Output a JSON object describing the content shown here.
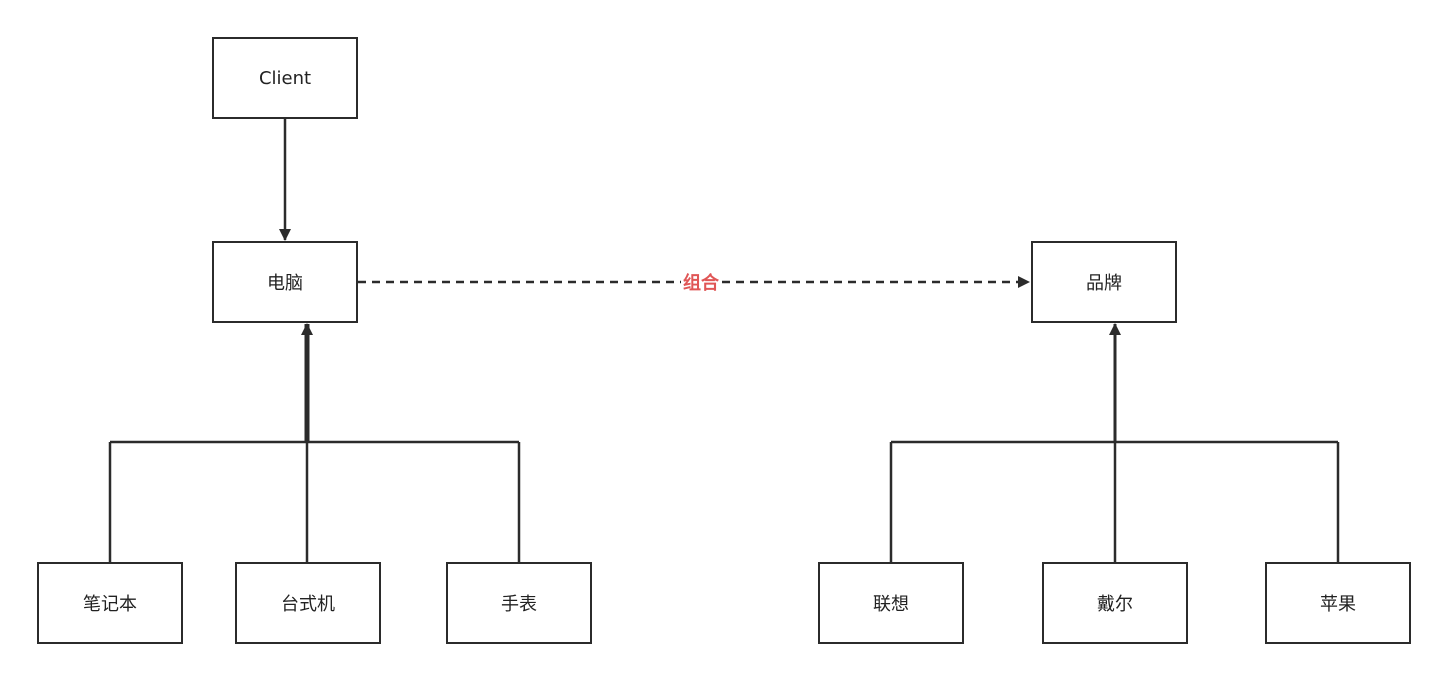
{
  "nodes": {
    "client": "Client",
    "computer": "电脑",
    "brand": "品牌",
    "laptop": "笔记本",
    "desktop": "台式机",
    "watch": "手表",
    "lenovo": "联想",
    "dell": "戴尔",
    "apple": "苹果"
  },
  "edges": {
    "composition_label": "组合"
  },
  "colors": {
    "stroke": "#2b2b2b",
    "label": "#e05656"
  }
}
